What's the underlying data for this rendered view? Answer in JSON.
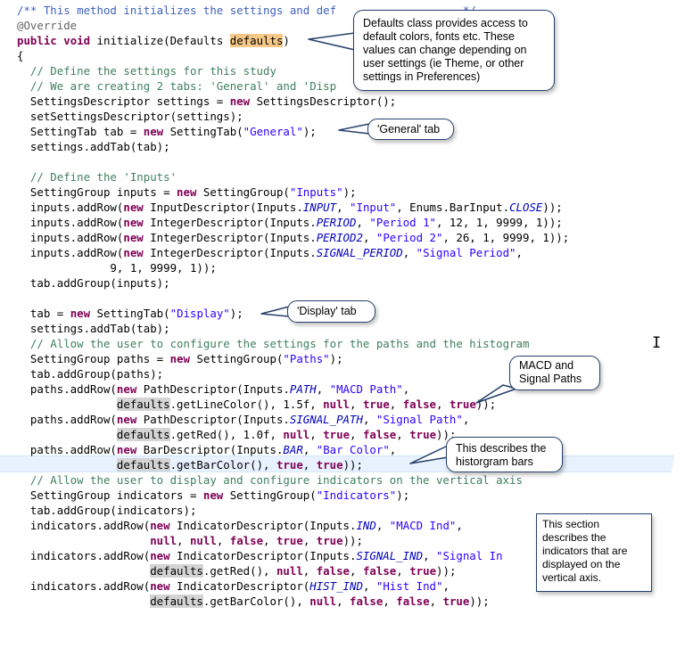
{
  "code_lines": [
    [
      {
        "t": "/** This method initializes the settings and def",
        "c": "jd"
      },
      {
        "t": "                   ",
        "c": ""
      },
      {
        "t": "*/",
        "c": "jd"
      }
    ],
    [
      {
        "t": "@Override",
        "c": "ann"
      }
    ],
    [
      {
        "t": "public",
        "c": "kw"
      },
      {
        "t": " ",
        "c": ""
      },
      {
        "t": "void",
        "c": "kw"
      },
      {
        "t": " initialize(Defaults ",
        "c": ""
      },
      {
        "t": "defaults",
        "c": "hl-orange"
      },
      {
        "t": ")",
        "c": ""
      }
    ],
    [
      {
        "t": "{",
        "c": ""
      }
    ],
    [
      {
        "t": "  // Define the settings for this study",
        "c": "cmt"
      }
    ],
    [
      {
        "t": "  // We are creating 2 tabs: 'General' and 'Disp",
        "c": "cmt"
      }
    ],
    [
      {
        "t": "  SettingsDescriptor settings = ",
        "c": ""
      },
      {
        "t": "new",
        "c": "kw"
      },
      {
        "t": " SettingsDescriptor();",
        "c": ""
      }
    ],
    [
      {
        "t": "  setSettingsDescriptor(settings);",
        "c": ""
      }
    ],
    [
      {
        "t": "  SettingTab tab = ",
        "c": ""
      },
      {
        "t": "new",
        "c": "kw"
      },
      {
        "t": " SettingTab(",
        "c": ""
      },
      {
        "t": "\"General\"",
        "c": "str"
      },
      {
        "t": ");",
        "c": ""
      }
    ],
    [
      {
        "t": "  settings.addTab(tab);",
        "c": ""
      }
    ],
    [
      {
        "t": "",
        "c": ""
      }
    ],
    [
      {
        "t": "  // Define the 'Inputs'",
        "c": "cmt"
      }
    ],
    [
      {
        "t": "  SettingGroup inputs = ",
        "c": ""
      },
      {
        "t": "new",
        "c": "kw"
      },
      {
        "t": " SettingGroup(",
        "c": ""
      },
      {
        "t": "\"Inputs\"",
        "c": "str"
      },
      {
        "t": ");",
        "c": ""
      }
    ],
    [
      {
        "t": "  inputs.addRow(",
        "c": ""
      },
      {
        "t": "new",
        "c": "kw"
      },
      {
        "t": " InputDescriptor(Inputs.",
        "c": ""
      },
      {
        "t": "INPUT",
        "c": "const"
      },
      {
        "t": ", ",
        "c": ""
      },
      {
        "t": "\"Input\"",
        "c": "str"
      },
      {
        "t": ", Enums.BarInput.",
        "c": ""
      },
      {
        "t": "CLOSE",
        "c": "const"
      },
      {
        "t": "));",
        "c": ""
      }
    ],
    [
      {
        "t": "  inputs.addRow(",
        "c": ""
      },
      {
        "t": "new",
        "c": "kw"
      },
      {
        "t": " IntegerDescriptor(Inputs.",
        "c": ""
      },
      {
        "t": "PERIOD",
        "c": "const"
      },
      {
        "t": ", ",
        "c": ""
      },
      {
        "t": "\"Period 1\"",
        "c": "str"
      },
      {
        "t": ", 12, 1, 9999, 1));",
        "c": ""
      }
    ],
    [
      {
        "t": "  inputs.addRow(",
        "c": ""
      },
      {
        "t": "new",
        "c": "kw"
      },
      {
        "t": " IntegerDescriptor(Inputs.",
        "c": ""
      },
      {
        "t": "PERIOD2",
        "c": "const"
      },
      {
        "t": ", ",
        "c": ""
      },
      {
        "t": "\"Period 2\"",
        "c": "str"
      },
      {
        "t": ", 26, 1, 9999, 1));",
        "c": ""
      }
    ],
    [
      {
        "t": "  inputs.addRow(",
        "c": ""
      },
      {
        "t": "new",
        "c": "kw"
      },
      {
        "t": " IntegerDescriptor(Inputs.",
        "c": ""
      },
      {
        "t": "SIGNAL_PERIOD",
        "c": "const"
      },
      {
        "t": ", ",
        "c": ""
      },
      {
        "t": "\"Signal Period\"",
        "c": "str"
      },
      {
        "t": ",",
        "c": ""
      }
    ],
    [
      {
        "t": "              9, 1, 9999, 1));",
        "c": ""
      }
    ],
    [
      {
        "t": "  tab.addGroup(inputs);",
        "c": ""
      }
    ],
    [
      {
        "t": "",
        "c": ""
      }
    ],
    [
      {
        "t": "  tab = ",
        "c": ""
      },
      {
        "t": "new",
        "c": "kw"
      },
      {
        "t": " SettingTab(",
        "c": ""
      },
      {
        "t": "\"Display\"",
        "c": "str"
      },
      {
        "t": ");",
        "c": ""
      }
    ],
    [
      {
        "t": "  settings.addTab(tab);",
        "c": ""
      }
    ],
    [
      {
        "t": "  // Allow the user to configure the settings for the paths and the histogram",
        "c": "cmt"
      }
    ],
    [
      {
        "t": "  SettingGroup paths = ",
        "c": ""
      },
      {
        "t": "new",
        "c": "kw"
      },
      {
        "t": " SettingGroup(",
        "c": ""
      },
      {
        "t": "\"Paths\"",
        "c": "str"
      },
      {
        "t": ");",
        "c": ""
      }
    ],
    [
      {
        "t": "  tab.addGroup(paths);",
        "c": ""
      }
    ],
    [
      {
        "t": "  paths.addRow(",
        "c": ""
      },
      {
        "t": "new",
        "c": "kw"
      },
      {
        "t": " PathDescriptor(Inputs.",
        "c": ""
      },
      {
        "t": "PATH",
        "c": "const"
      },
      {
        "t": ", ",
        "c": ""
      },
      {
        "t": "\"MACD Path\"",
        "c": "str"
      },
      {
        "t": ",",
        "c": ""
      }
    ],
    [
      {
        "t": "               ",
        "c": ""
      },
      {
        "t": "defaults",
        "c": "hl"
      },
      {
        "t": ".getLineColor(), 1.5f, ",
        "c": ""
      },
      {
        "t": "null",
        "c": "kw"
      },
      {
        "t": ", ",
        "c": ""
      },
      {
        "t": "true",
        "c": "kw"
      },
      {
        "t": ", ",
        "c": ""
      },
      {
        "t": "false",
        "c": "kw"
      },
      {
        "t": ", ",
        "c": ""
      },
      {
        "t": "true",
        "c": "kw"
      },
      {
        "t": "));",
        "c": ""
      }
    ],
    [
      {
        "t": "  paths.addRow(",
        "c": ""
      },
      {
        "t": "new",
        "c": "kw"
      },
      {
        "t": " PathDescriptor(Inputs.",
        "c": ""
      },
      {
        "t": "SIGNAL_PATH",
        "c": "const"
      },
      {
        "t": ", ",
        "c": ""
      },
      {
        "t": "\"Signal Path\"",
        "c": "str"
      },
      {
        "t": ",",
        "c": ""
      }
    ],
    [
      {
        "t": "               ",
        "c": ""
      },
      {
        "t": "defaults",
        "c": "hl"
      },
      {
        "t": ".getRed(), 1.0f, ",
        "c": ""
      },
      {
        "t": "null",
        "c": "kw"
      },
      {
        "t": ", ",
        "c": ""
      },
      {
        "t": "true",
        "c": "kw"
      },
      {
        "t": ", ",
        "c": ""
      },
      {
        "t": "false",
        "c": "kw"
      },
      {
        "t": ", ",
        "c": ""
      },
      {
        "t": "true",
        "c": "kw"
      },
      {
        "t": "));",
        "c": ""
      }
    ],
    [
      {
        "t": "  paths.addRow(",
        "c": ""
      },
      {
        "t": "new",
        "c": "kw"
      },
      {
        "t": " BarDescriptor(Inputs.",
        "c": ""
      },
      {
        "t": "BAR",
        "c": "const"
      },
      {
        "t": ", ",
        "c": ""
      },
      {
        "t": "\"Bar Color\"",
        "c": "str"
      },
      {
        "t": ",",
        "c": ""
      }
    ],
    [
      {
        "t": "               ",
        "c": ""
      },
      {
        "t": "defaults",
        "c": "hl"
      },
      {
        "t": ".getBarColor(), ",
        "c": ""
      },
      {
        "t": "true",
        "c": "kw"
      },
      {
        "t": ", ",
        "c": ""
      },
      {
        "t": "true",
        "c": "kw"
      },
      {
        "t": "));",
        "c": ""
      }
    ],
    [
      {
        "t": "  // Allow the user to display and configure indicators on the vertical axis",
        "c": "cmt"
      }
    ],
    [
      {
        "t": "  SettingGroup indicators = ",
        "c": ""
      },
      {
        "t": "new",
        "c": "kw"
      },
      {
        "t": " SettingGroup(",
        "c": ""
      },
      {
        "t": "\"Indicators\"",
        "c": "str"
      },
      {
        "t": ");",
        "c": ""
      }
    ],
    [
      {
        "t": "  tab.addGroup(indicators);",
        "c": ""
      }
    ],
    [
      {
        "t": "  indicators.addRow(",
        "c": ""
      },
      {
        "t": "new",
        "c": "kw"
      },
      {
        "t": " IndicatorDescriptor(Inputs.",
        "c": ""
      },
      {
        "t": "IND",
        "c": "const"
      },
      {
        "t": ", ",
        "c": ""
      },
      {
        "t": "\"MACD Ind\"",
        "c": "str"
      },
      {
        "t": ",",
        "c": ""
      }
    ],
    [
      {
        "t": "                    ",
        "c": ""
      },
      {
        "t": "null",
        "c": "kw"
      },
      {
        "t": ", ",
        "c": ""
      },
      {
        "t": "null",
        "c": "kw"
      },
      {
        "t": ", ",
        "c": ""
      },
      {
        "t": "false",
        "c": "kw"
      },
      {
        "t": ", ",
        "c": ""
      },
      {
        "t": "true",
        "c": "kw"
      },
      {
        "t": ", ",
        "c": ""
      },
      {
        "t": "true",
        "c": "kw"
      },
      {
        "t": "));",
        "c": ""
      }
    ],
    [
      {
        "t": "  indicators.addRow(",
        "c": ""
      },
      {
        "t": "new",
        "c": "kw"
      },
      {
        "t": " IndicatorDescriptor(Inputs.",
        "c": ""
      },
      {
        "t": "SIGNAL_IND",
        "c": "const"
      },
      {
        "t": ", ",
        "c": ""
      },
      {
        "t": "\"Signal In",
        "c": "str"
      }
    ],
    [
      {
        "t": "                    ",
        "c": ""
      },
      {
        "t": "defaults",
        "c": "hl"
      },
      {
        "t": ".getRed(), ",
        "c": ""
      },
      {
        "t": "null",
        "c": "kw"
      },
      {
        "t": ", ",
        "c": ""
      },
      {
        "t": "false",
        "c": "kw"
      },
      {
        "t": ", ",
        "c": ""
      },
      {
        "t": "false",
        "c": "kw"
      },
      {
        "t": ", ",
        "c": ""
      },
      {
        "t": "true",
        "c": "kw"
      },
      {
        "t": "));",
        "c": ""
      }
    ],
    [
      {
        "t": "  indicators.addRow(",
        "c": ""
      },
      {
        "t": "new",
        "c": "kw"
      },
      {
        "t": " IndicatorDescriptor(",
        "c": ""
      },
      {
        "t": "HIST_IND",
        "c": "const"
      },
      {
        "t": ", ",
        "c": ""
      },
      {
        "t": "\"Hist Ind\"",
        "c": "str"
      },
      {
        "t": ",",
        "c": ""
      }
    ],
    [
      {
        "t": "                    ",
        "c": ""
      },
      {
        "t": "defaults",
        "c": "hl"
      },
      {
        "t": ".getBarColor(), ",
        "c": ""
      },
      {
        "t": "null",
        "c": "kw"
      },
      {
        "t": ", ",
        "c": ""
      },
      {
        "t": "false",
        "c": "kw"
      },
      {
        "t": ", ",
        "c": ""
      },
      {
        "t": "false",
        "c": "kw"
      },
      {
        "t": ", ",
        "c": ""
      },
      {
        "t": "true",
        "c": "kw"
      },
      {
        "t": "));",
        "c": ""
      }
    ]
  ],
  "callouts": {
    "defaults": "Defaults class provides access to default colors, fonts etc.  These values can change depending on user settings (ie Theme, or other settings in Preferences)",
    "general_tab": "'General' tab",
    "display_tab": "'Display' tab",
    "macd_paths": "MACD and Signal Paths",
    "histogram": "This describes the historgram bars",
    "indicators": "This section describes the indicators that are displayed on the vertical axis."
  },
  "colors": {
    "keyword": "#7f0055",
    "string": "#2a00ff",
    "comment": "#3f7f5f",
    "javadoc": "#3f5fbf",
    "constant": "#0000c0",
    "callout_border": "#25406b",
    "current_line": "#e8f2fe"
  }
}
